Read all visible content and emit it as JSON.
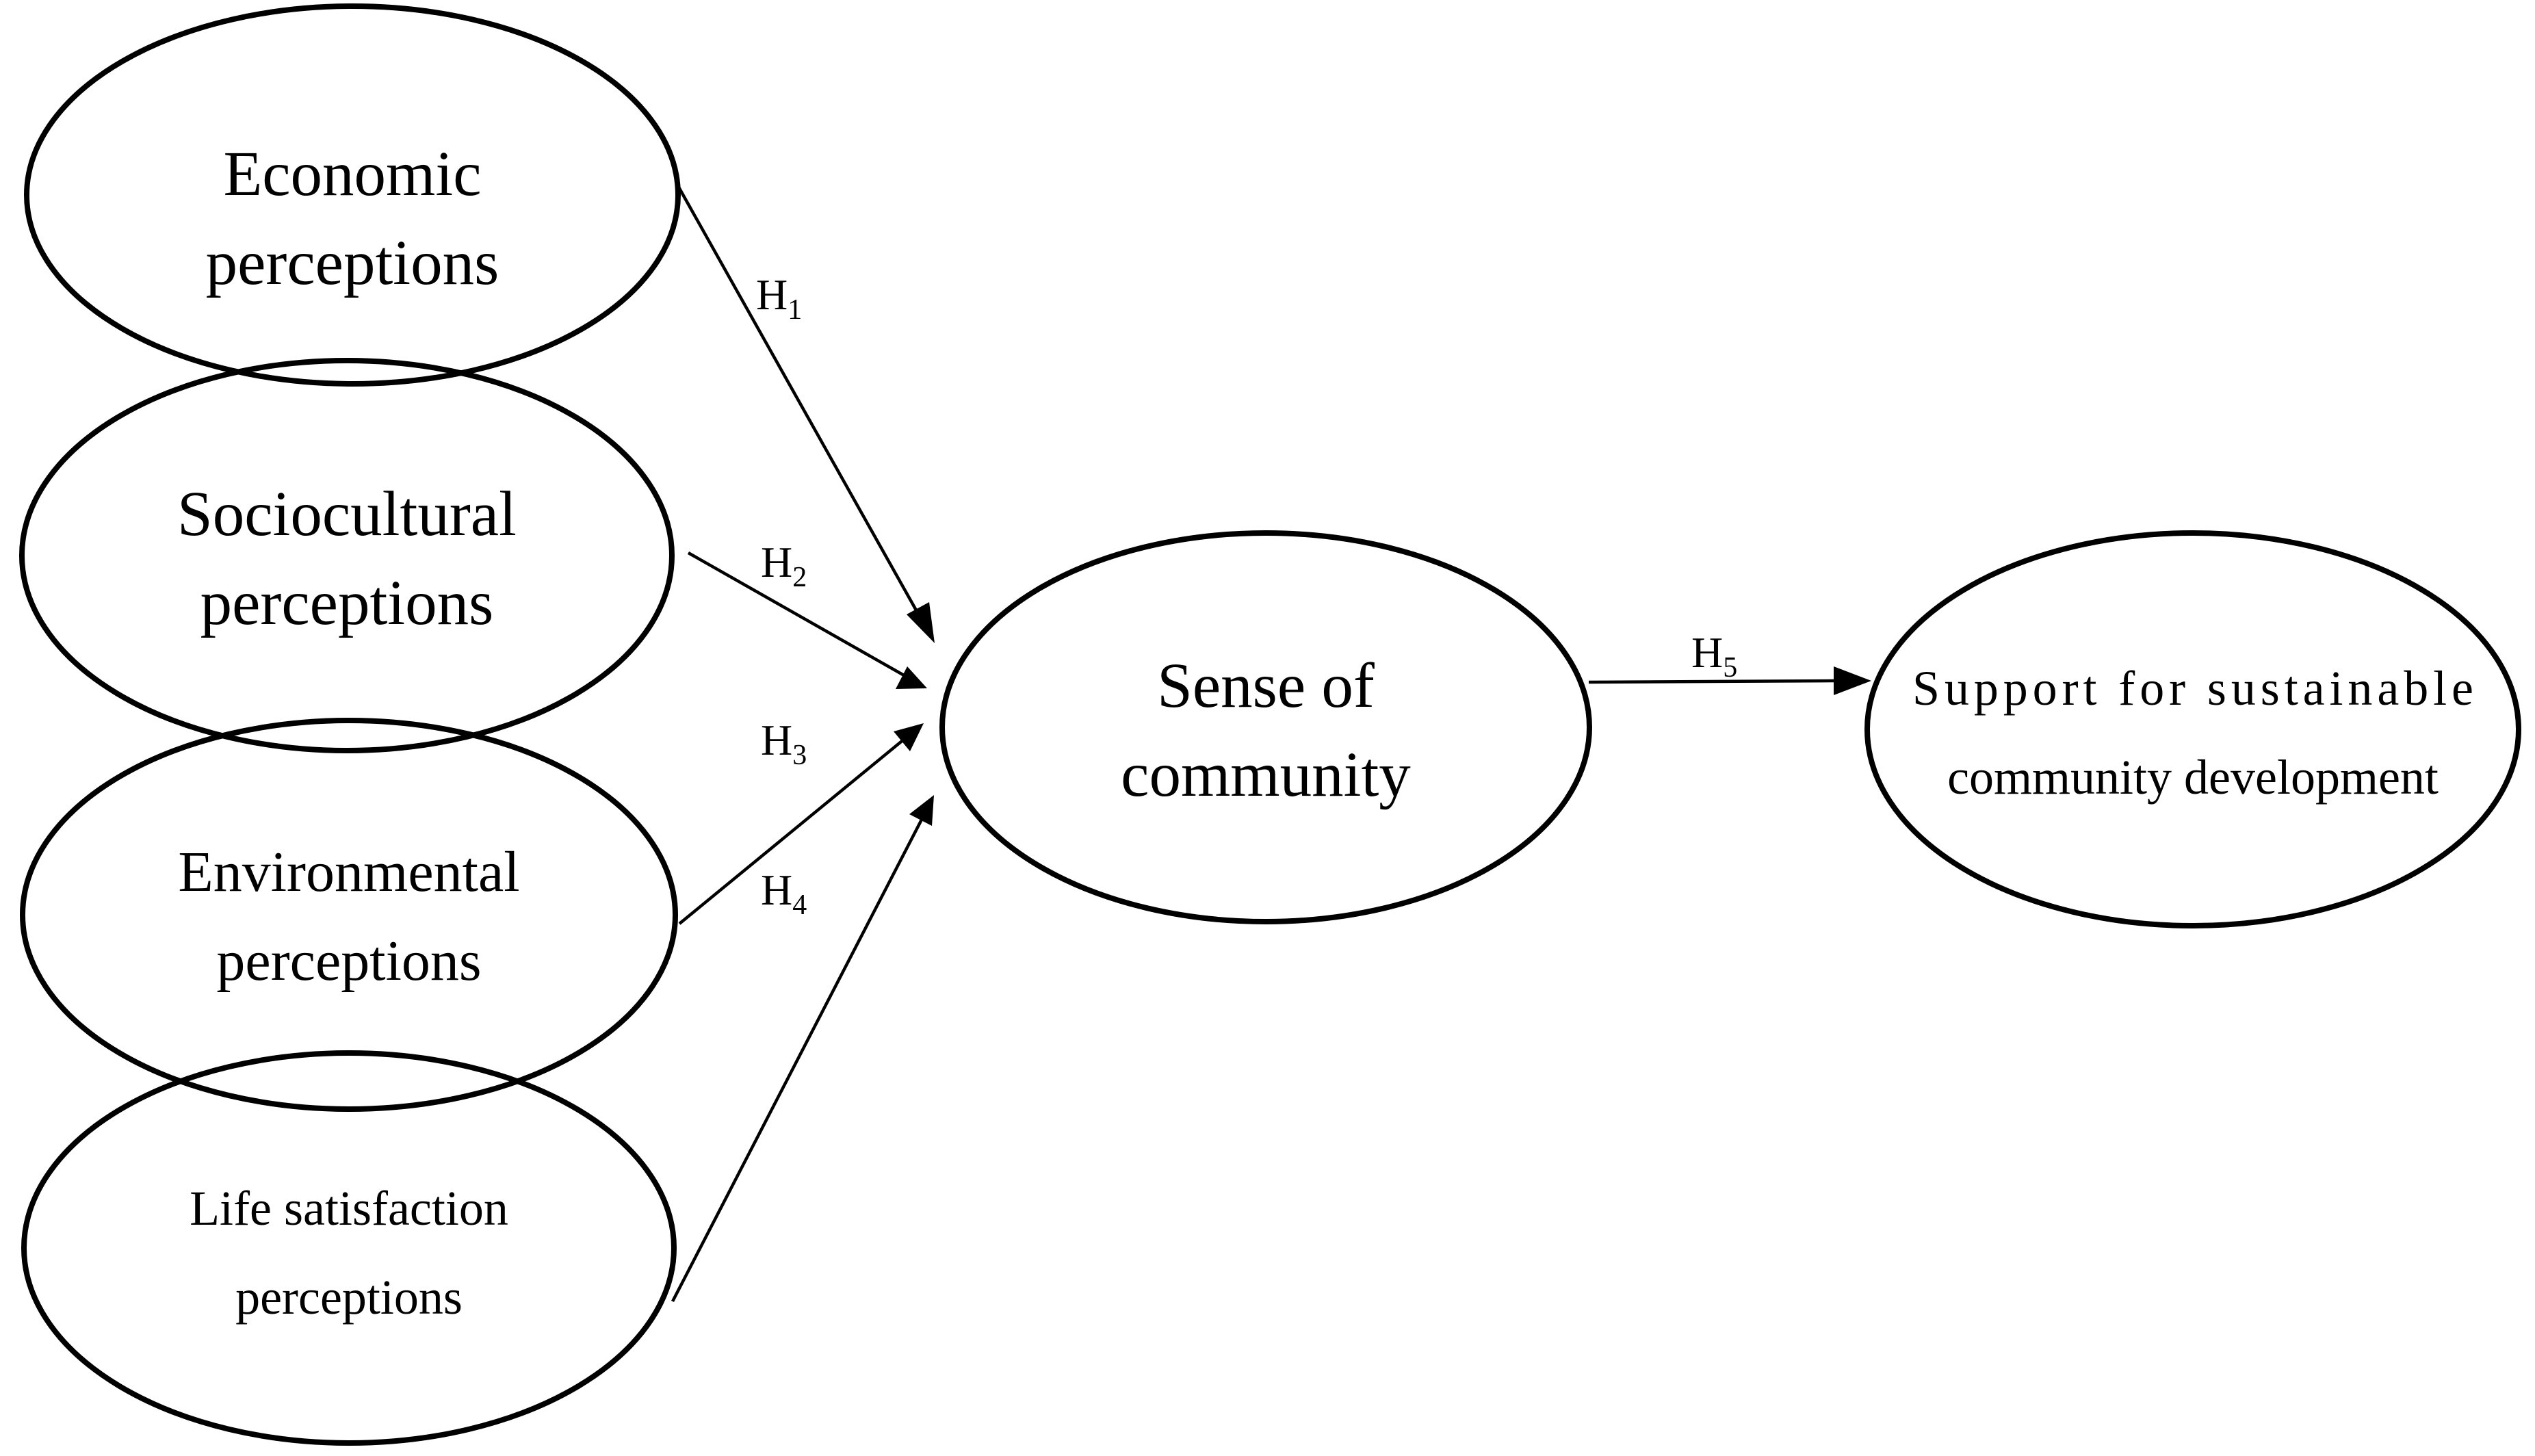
{
  "nodes": {
    "economic": {
      "line1": "Economic",
      "line2": "perceptions"
    },
    "sociocultural": {
      "line1": "Sociocultural",
      "line2": "perceptions"
    },
    "environmental": {
      "line1": "Environmental",
      "line2": "perceptions"
    },
    "life_satisfaction": {
      "line1": "Life satisfaction",
      "line2": "perceptions"
    },
    "sense_of_community": {
      "line1": "Sense of",
      "line2": "community"
    },
    "support": {
      "line1": "Support for sustainable",
      "line2": "community development"
    }
  },
  "hypotheses": [
    {
      "letter": "H",
      "sub": "1",
      "from": "Economic perceptions",
      "to": "Sense of community"
    },
    {
      "letter": "H",
      "sub": "2",
      "from": "Sociocultural perceptions",
      "to": "Sense of community"
    },
    {
      "letter": "H",
      "sub": "3",
      "from": "Environmental perceptions",
      "to": "Sense of community"
    },
    {
      "letter": "H",
      "sub": "4",
      "from": "Life satisfaction perceptions",
      "to": "Sense of community"
    },
    {
      "letter": "H",
      "sub": "5",
      "from": "Sense of community",
      "to": "Support for sustainable community development"
    }
  ],
  "colors": {
    "stroke": "#000000",
    "background": "#ffffff"
  }
}
